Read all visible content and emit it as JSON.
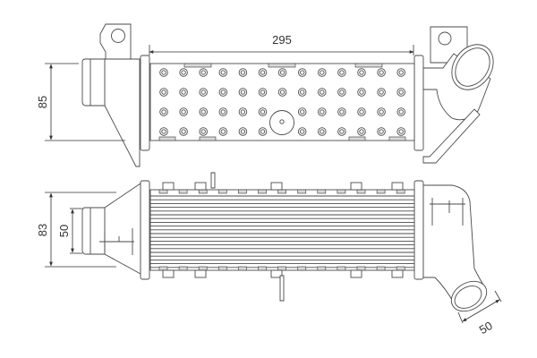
{
  "drawing": {
    "dimensions": {
      "core_length": "295",
      "top_view_height": "85",
      "side_view_height": "83",
      "inlet_diameter": "50",
      "outlet_diameter": "50"
    },
    "line_color": "#4a4a4a"
  }
}
